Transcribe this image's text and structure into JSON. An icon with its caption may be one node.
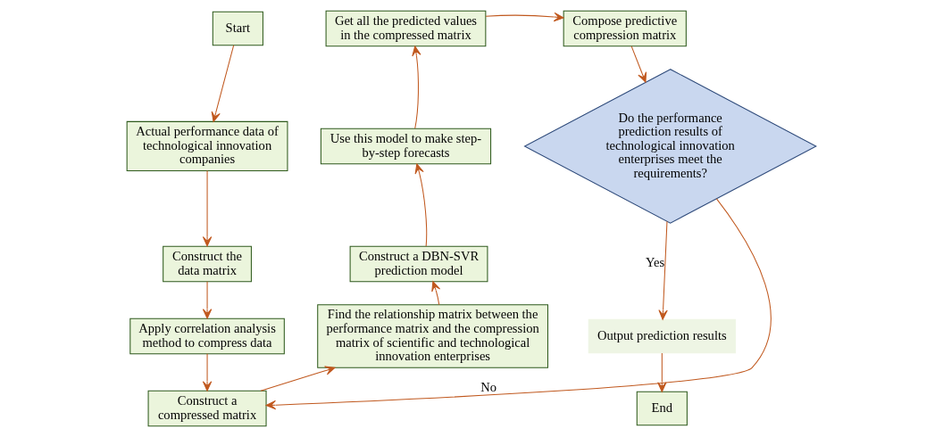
{
  "diagram": {
    "nodes": [
      {
        "text": [
          "Start"
        ]
      },
      {
        "text": [
          "Actual performance data of technological innovation companies"
        ]
      },
      {
        "text": [
          "Construct the data matrix"
        ]
      },
      {
        "text": [
          "Apply correlation analysis method to compress data"
        ]
      },
      {
        "text": [
          "Construct a compressed matrix"
        ]
      },
      {
        "text": [
          "Find the relationship matrix between the performance matrix and the compression matrix of scientific and technological innovation enterprises"
        ]
      },
      {
        "text": [
          "Construct a DBN-SVR prediction model"
        ]
      },
      {
        "text": [
          "Use this model to make step-by-step forecasts"
        ]
      },
      {
        "text": [
          "Get all the predicted values in the compressed matrix"
        ]
      },
      {
        "text": [
          "Compose predictive compression matrix"
        ]
      },
      {
        "text": [
          "Do the performance prediction results of technological innovation enterprises meet the requirements?"
        ]
      },
      {
        "text": [
          "Output prediction results"
        ]
      },
      {
        "text": [
          "End"
        ]
      }
    ],
    "edges": [
      {
        "from": 0,
        "to": 1,
        "arrow": "to"
      },
      {
        "from": 1,
        "to": 2,
        "arrow": "to"
      },
      {
        "from": 2,
        "to": 3,
        "arrow": "to"
      },
      {
        "from": 3,
        "to": 4,
        "arrow": "to"
      },
      {
        "from": 4,
        "to": 5,
        "arrow": "to"
      },
      {
        "from": 5,
        "to": 6,
        "arrow": "to"
      },
      {
        "from": 6,
        "to": 7,
        "arrow": "to"
      },
      {
        "from": 7,
        "to": 8,
        "arrow": "to"
      },
      {
        "from": 8,
        "to": 9,
        "arrow": "to"
      },
      {
        "from": 9,
        "to": 10,
        "arrow": "to"
      },
      {
        "from": 10,
        "to": 4,
        "arrow": "to",
        "label": "No"
      },
      {
        "from": 10,
        "to": 11,
        "arrow": "to",
        "label": "Yes"
      },
      {
        "from": 11,
        "to": 12,
        "arrow": "to"
      }
    ]
  }
}
